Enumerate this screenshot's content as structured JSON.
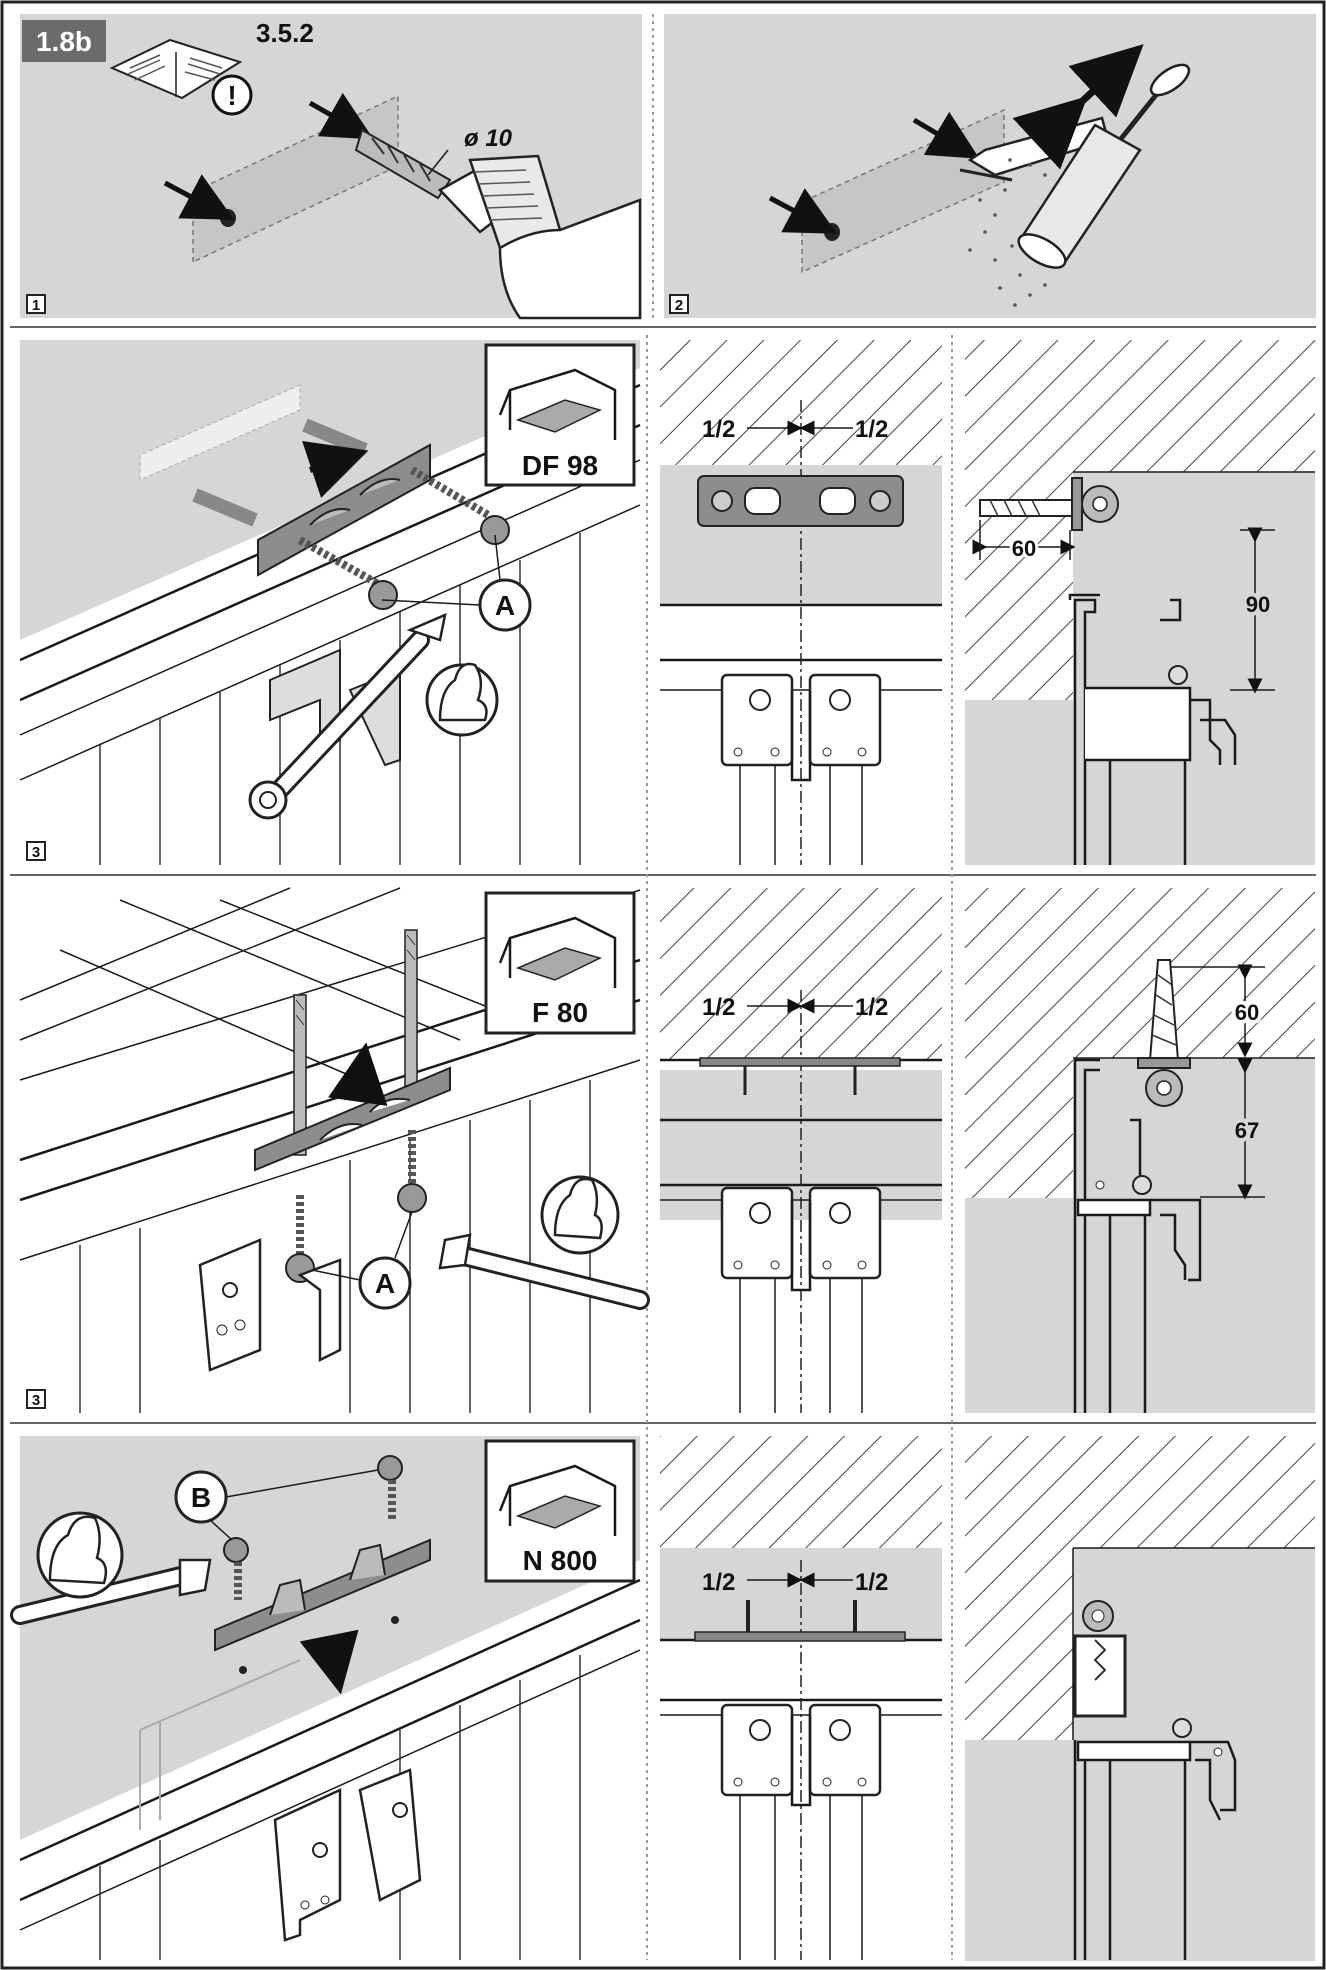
{
  "figure": {
    "section_badge": "1.8b",
    "manual_reference": "3.5.2",
    "warning_symbol": "!",
    "drill_diameter": "ø 10"
  },
  "steps": [
    {
      "number": "1"
    },
    {
      "number": "2"
    },
    {
      "number": "3"
    },
    {
      "number": "3"
    }
  ],
  "models": [
    {
      "code": "DF 98",
      "part_label": "A",
      "offset_left": "1/2",
      "offset_right": "1/2",
      "dim_horizontal": "60",
      "dim_vertical": "90"
    },
    {
      "code": "F 80",
      "part_label": "A",
      "offset_left": "1/2",
      "offset_right": "1/2",
      "dim_upper": "60",
      "dim_lower": "67"
    },
    {
      "code": "N 800",
      "part_label": "B",
      "offset_left": "1/2",
      "offset_right": "1/2"
    }
  ],
  "icons": [
    "manual-book-icon",
    "warning-icon",
    "drill-icon",
    "air-pump-icon",
    "wrench-icon",
    "strong-arm-icon",
    "door-frame-icon"
  ]
}
